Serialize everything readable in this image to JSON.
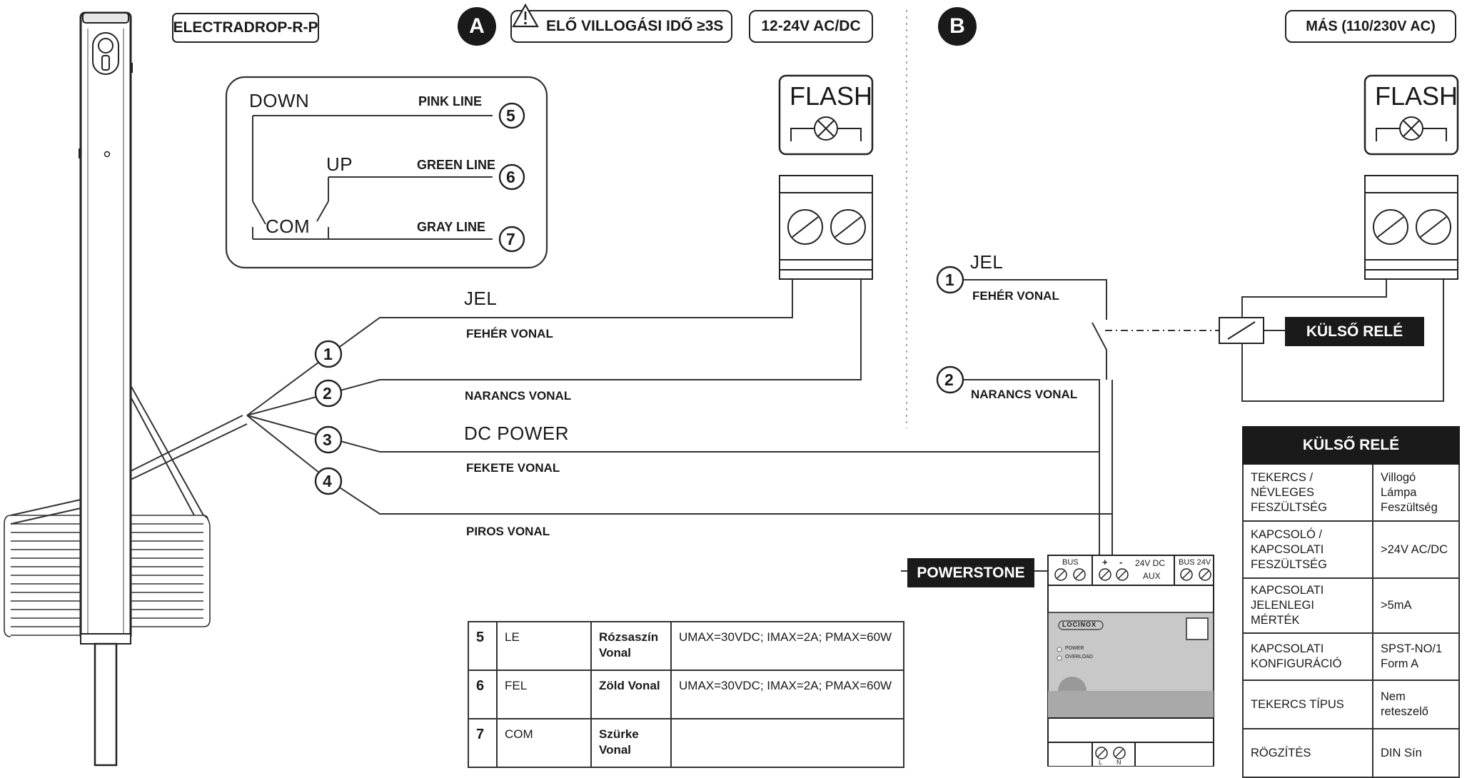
{
  "header": {
    "product_tag": "ELECTRADROP-R-P",
    "section_a_badge": "A",
    "warning_icon": "warning-triangle-icon",
    "warning_text": "ELŐ VILLOGÁSI IDŐ ≥3S",
    "voltage_tag": "12-24V AC/DC",
    "section_b_badge": "B",
    "other_voltage_tag": "MÁS (110/230V AC)"
  },
  "contacts": {
    "down": "DOWN",
    "up": "UP",
    "com": "COM",
    "pink": "PINK LINE",
    "green": "GREEN LINE",
    "gray": "GRAY LINE",
    "n5": "5",
    "n6": "6",
    "n7": "7"
  },
  "section_a": {
    "flash_title": "FLASH",
    "jel": "JEL",
    "feher": "FEHÉR VONAL",
    "narancs": "NARANCS VONAL",
    "dc_power": "DC POWER",
    "fekete": "FEKETE VONAL",
    "piros": "PIROS VONAL",
    "n1": "1",
    "n2": "2",
    "n3": "3",
    "n4": "4"
  },
  "section_b": {
    "flash_title": "FLASH",
    "jel": "JEL",
    "feher": "FEHÉR VONAL",
    "narancs": "NARANCS VONAL",
    "n1": "1",
    "n2": "2",
    "relay_label": "KÜLSŐ RELÉ",
    "powerstone_label": "POWERSTONE"
  },
  "powerstone": {
    "bus": "BUS",
    "plus": "+",
    "minus": "-",
    "aux_line1": "24V DC",
    "aux_line2": "AUX",
    "bus24": "BUS 24V",
    "brand": "LOCINOX",
    "power": "POWER",
    "overload": "OVERLOAD",
    "l": "L",
    "n": "N"
  },
  "wire_table": [
    {
      "num": "5",
      "code": "LE",
      "color": "Rózsaszín Vonal",
      "spec": "UMAX=30VDC; IMAX=2A; PMAX=60W"
    },
    {
      "num": "6",
      "code": "FEL",
      "color": "Zöld Vonal",
      "spec": "UMAX=30VDC; IMAX=2A; PMAX=60W"
    },
    {
      "num": "7",
      "code": "COM",
      "color": "Szürke Vonal",
      "spec": ""
    }
  ],
  "relay_table": {
    "title": "KÜLSŐ RELÉ",
    "rows": [
      {
        "param": "TEKERCS / NÉVLEGES FESZÜLTSÉG",
        "value": "Villogó Lámpa Feszültség"
      },
      {
        "param": "KAPCSOLÓ / KAPCSOLATI FESZÜLTSÉG",
        "value": ">24V AC/DC"
      },
      {
        "param": "KAPCSOLATI JELENLEGI MÉRTÉK",
        "value": ">5mA"
      },
      {
        "param": "KAPCSOLATI KONFIGURÁCIÓ",
        "value": "SPST-NO/1 Form A"
      },
      {
        "param": "TEKERCS TÍPUS",
        "value": "Nem reteszelő"
      },
      {
        "param": "RÖGZÍTÉS",
        "value": "DIN Sín"
      }
    ]
  }
}
